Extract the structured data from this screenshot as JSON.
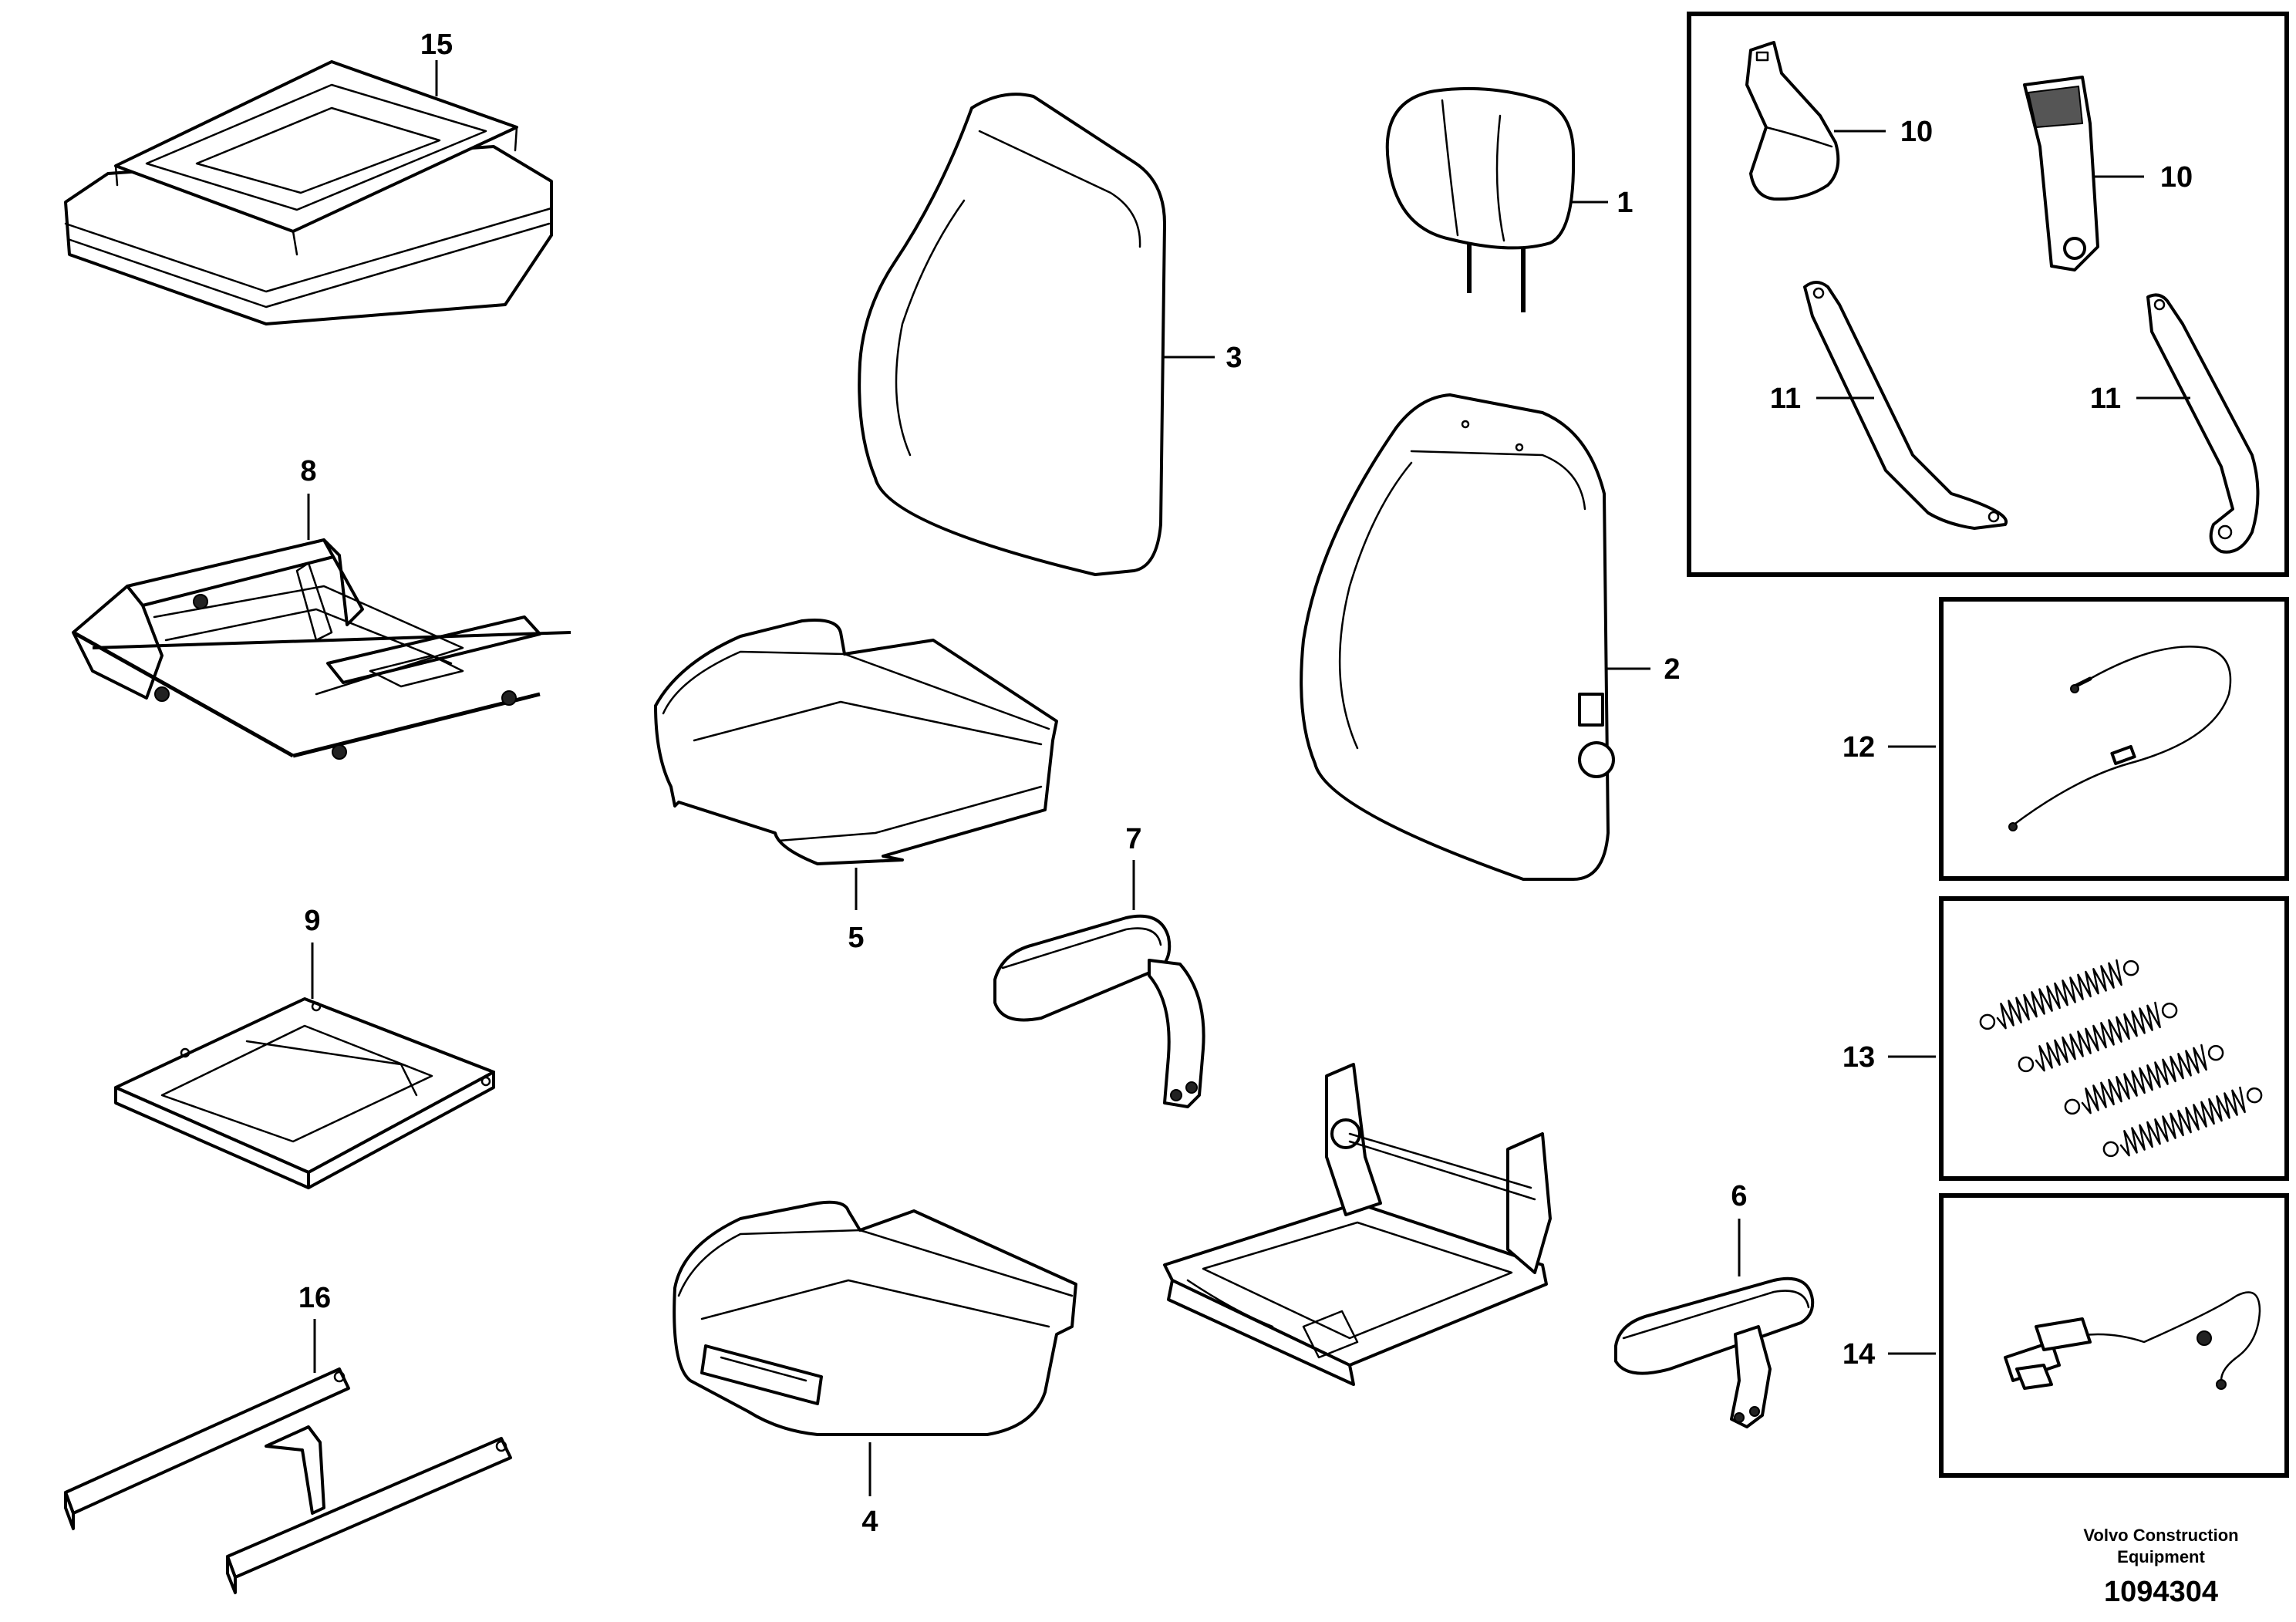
{
  "callouts": {
    "p1": "1",
    "p2": "2",
    "p3": "3",
    "p4": "4",
    "p5": "5",
    "p6": "6",
    "p7": "7",
    "p8": "8",
    "p9": "9",
    "p10a": "10",
    "p10b": "10",
    "p11a": "11",
    "p11b": "11",
    "p12": "12",
    "p13": "13",
    "p14": "14",
    "p15": "15",
    "p16": "16"
  },
  "footer": {
    "company_line1": "Volvo Construction",
    "company_line2": "Equipment",
    "drawing_number": "1094304"
  }
}
